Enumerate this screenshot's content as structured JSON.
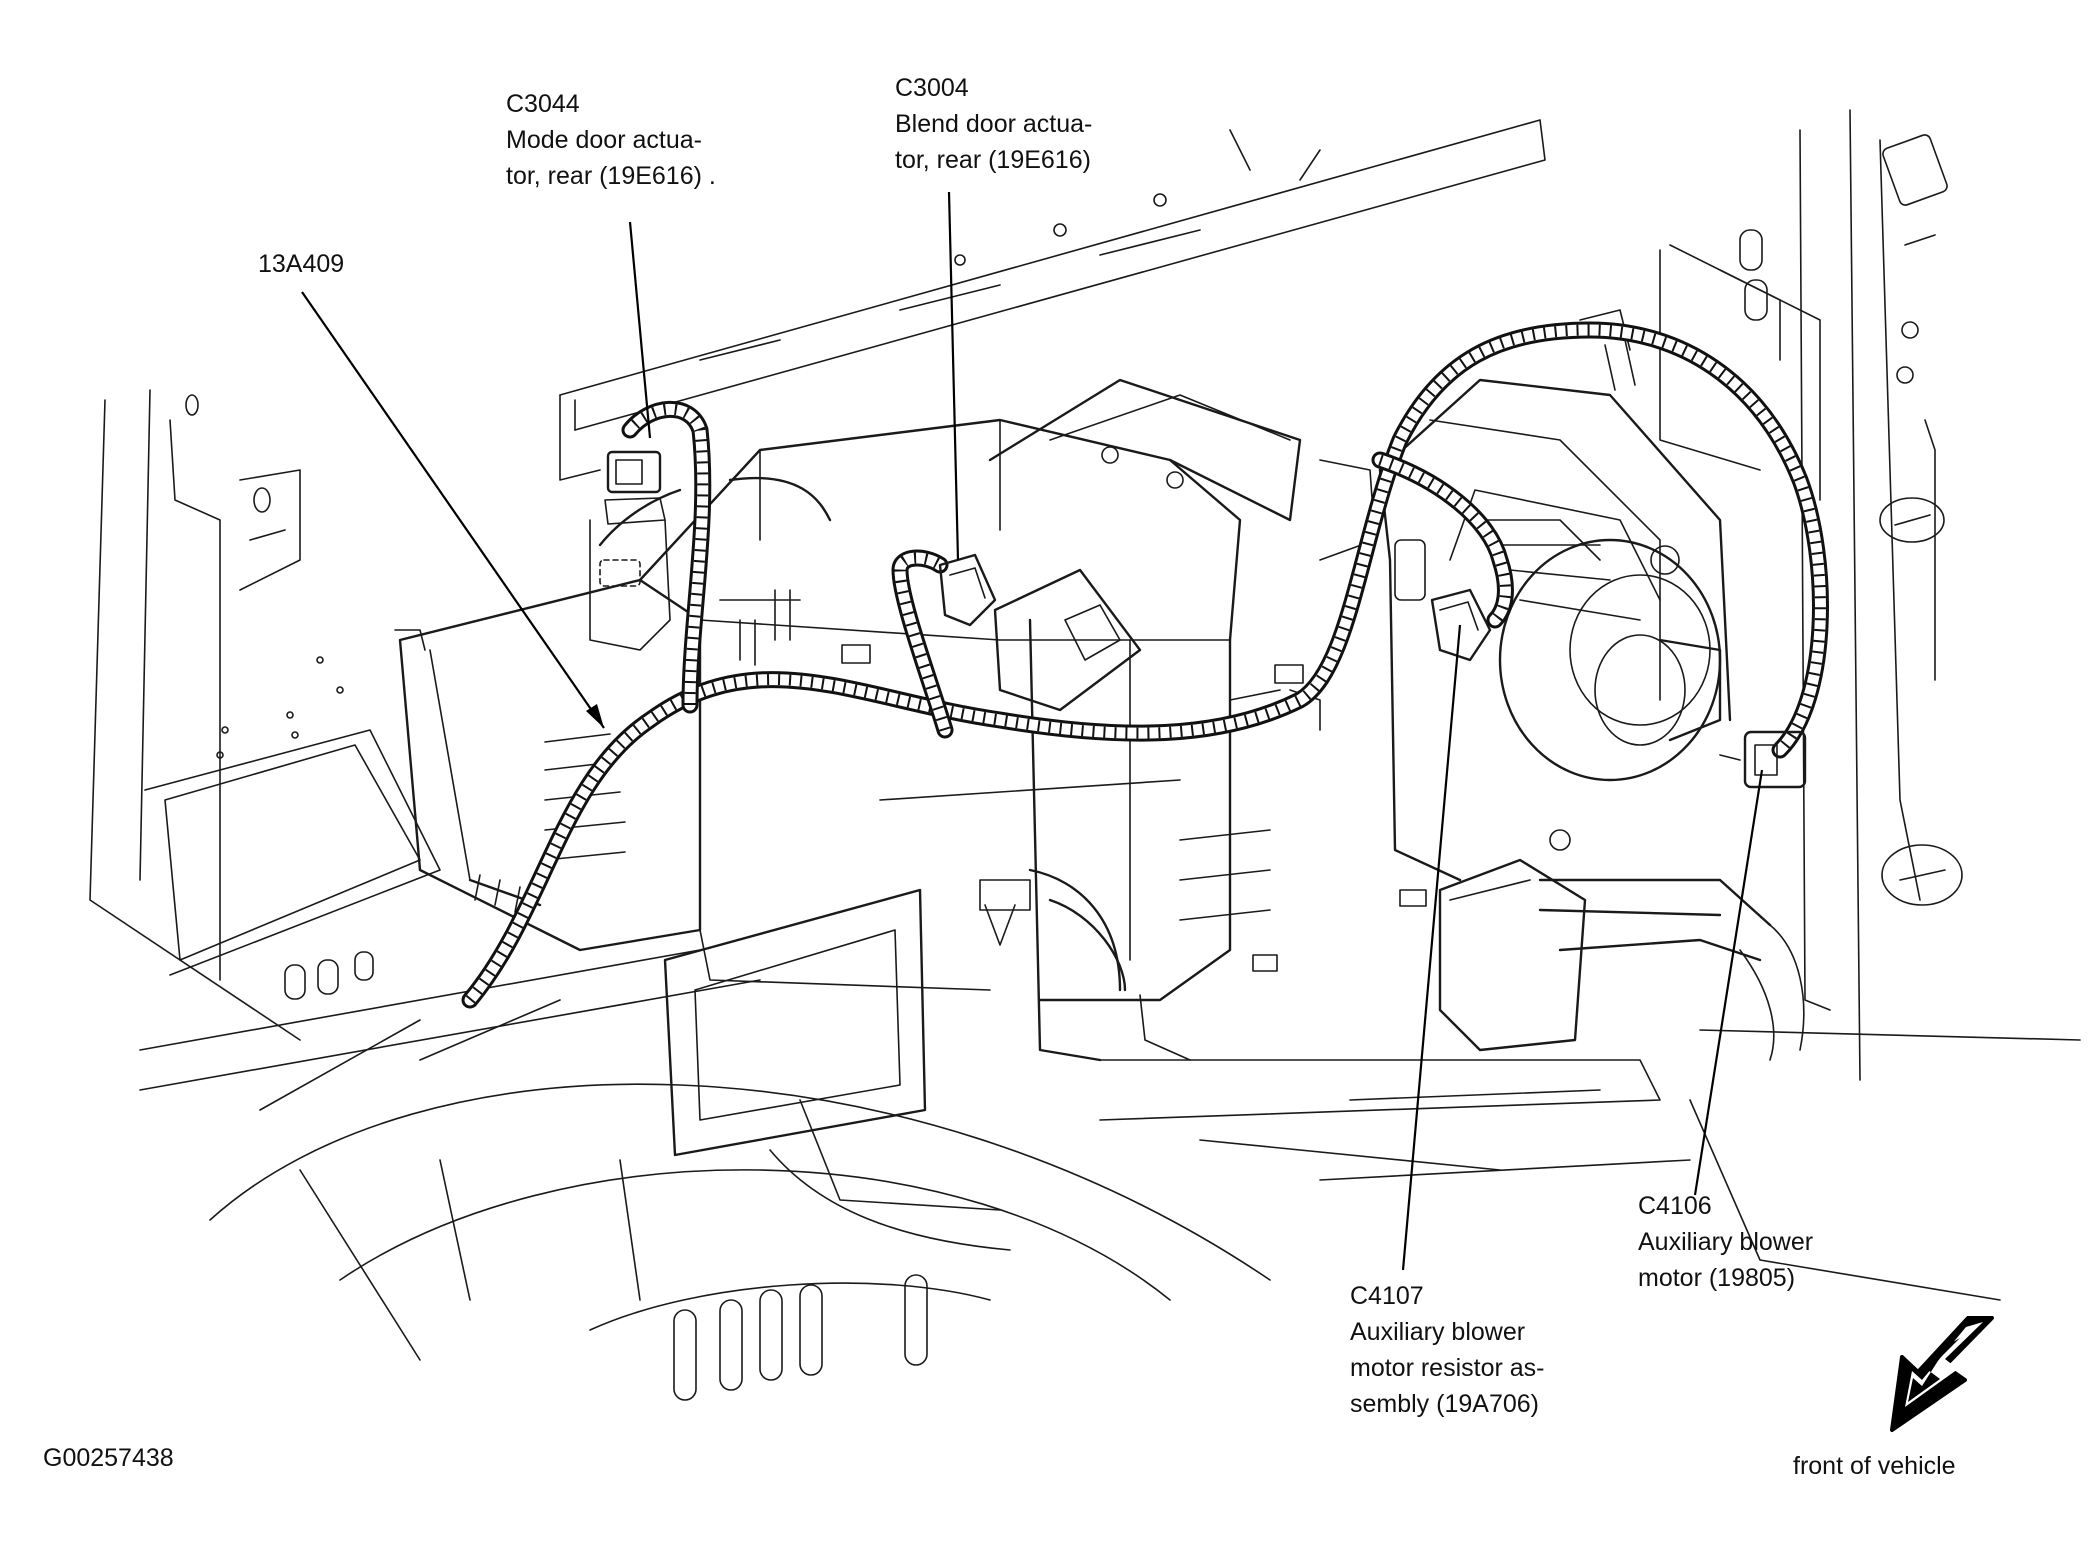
{
  "figure_id": "G00257438",
  "orientation": "front of vehicle",
  "callouts": {
    "c3044": {
      "id": "C3044",
      "lines": [
        "Mode door actua-",
        "tor, rear (19E616) ."
      ]
    },
    "c3004": {
      "id": "C3004",
      "lines": [
        "Blend door actua-",
        "tor, rear (19E616)"
      ]
    },
    "a13a409": {
      "id": "13A409"
    },
    "c4107": {
      "id": "C4107",
      "lines": [
        "Auxiliary blower",
        "motor resistor as-",
        "sembly (19A706)"
      ]
    },
    "c4106": {
      "id": "C4106",
      "lines": [
        "Auxiliary blower",
        "motor (19805)"
      ]
    }
  },
  "colors": {
    "line": "#1a1a1a",
    "background": "#ffffff",
    "arrow_fill": "#000000"
  }
}
